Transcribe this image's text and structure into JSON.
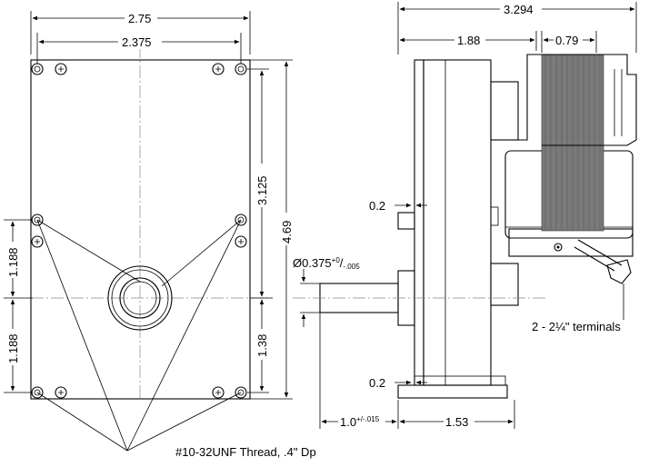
{
  "front_view": {
    "dim_width_outer": "2.75",
    "dim_width_holes": "2.375",
    "dim_height_total": "4.69",
    "dim_upper_hole_spacing": "3.125",
    "dim_lower_hole_spacing": "1.38",
    "dim_left_upper": "1.188",
    "dim_left_lower": "1.188",
    "thread_note": "#10-32UNF Thread, .4\" Dp"
  },
  "side_view": {
    "dim_overall_length": "3.294",
    "dim_body_length": "1.88",
    "dim_motor_length": "0.79",
    "dim_top_offset": "0.2",
    "dim_bottom_offset": "0.2",
    "shaft_diameter": "Ø0.375",
    "shaft_diameter_tol_plus": "+0",
    "shaft_diameter_tol_sep": "/",
    "shaft_diameter_tol_minus": "-.005",
    "shaft_length": "1.0",
    "shaft_length_tol": "+/-.015",
    "base_length": "1.53",
    "terminals_label": "2 - 2¼\"  terminals"
  }
}
